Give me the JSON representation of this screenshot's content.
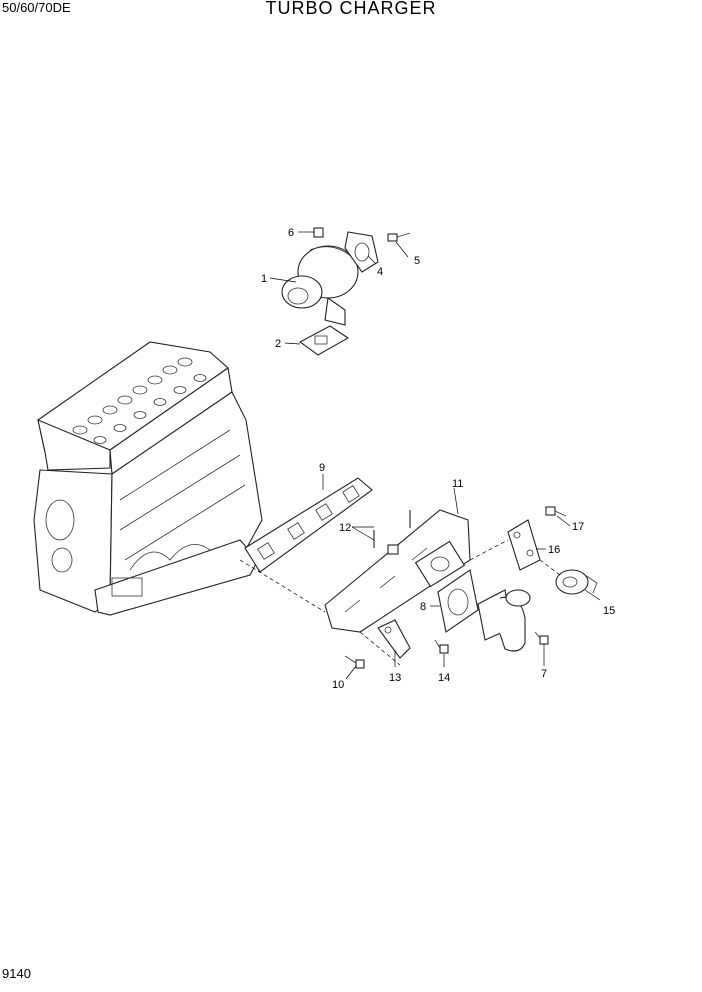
{
  "header": {
    "model": "50/60/70DE",
    "title": "TURBO CHARGER"
  },
  "footer": {
    "page_number": "9140"
  },
  "callouts": [
    "1",
    "2",
    "4",
    "5",
    "6",
    "7",
    "8",
    "9",
    "10",
    "11",
    "12",
    "13",
    "14",
    "15",
    "16",
    "17"
  ],
  "parts": {
    "engine": "engine-block",
    "turbocharger": "turbocharger",
    "manifold": "exhaust-manifold",
    "elbow": "exhaust-elbow"
  }
}
